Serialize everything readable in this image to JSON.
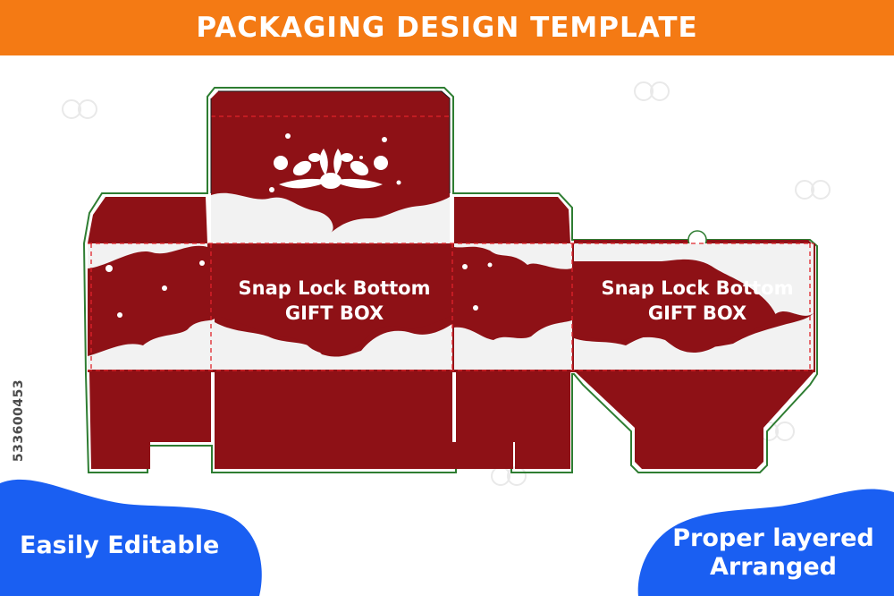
{
  "banner": {
    "title": "PACKAGING DESIGN TEMPLATE"
  },
  "panels": {
    "left_text_line1": "Snap Lock Bottom",
    "left_text_line2": "GIFT BOX",
    "right_text_line1": "Snap Lock Bottom",
    "right_text_line2": "GIFT BOX"
  },
  "side_id": "533600453",
  "footer": {
    "left_label": "Easily Editable",
    "right_line1": "Proper layered",
    "right_line2": "Arranged"
  },
  "colors": {
    "banner": "#f47a14",
    "box_red": "#8e1116",
    "cloud": "#f2f2f2",
    "cut_line": "#e0242b",
    "blob_blue": "#1a5ff2"
  },
  "icons": [
    "floral-ornament-icon",
    "snowflake-dot-icon"
  ]
}
